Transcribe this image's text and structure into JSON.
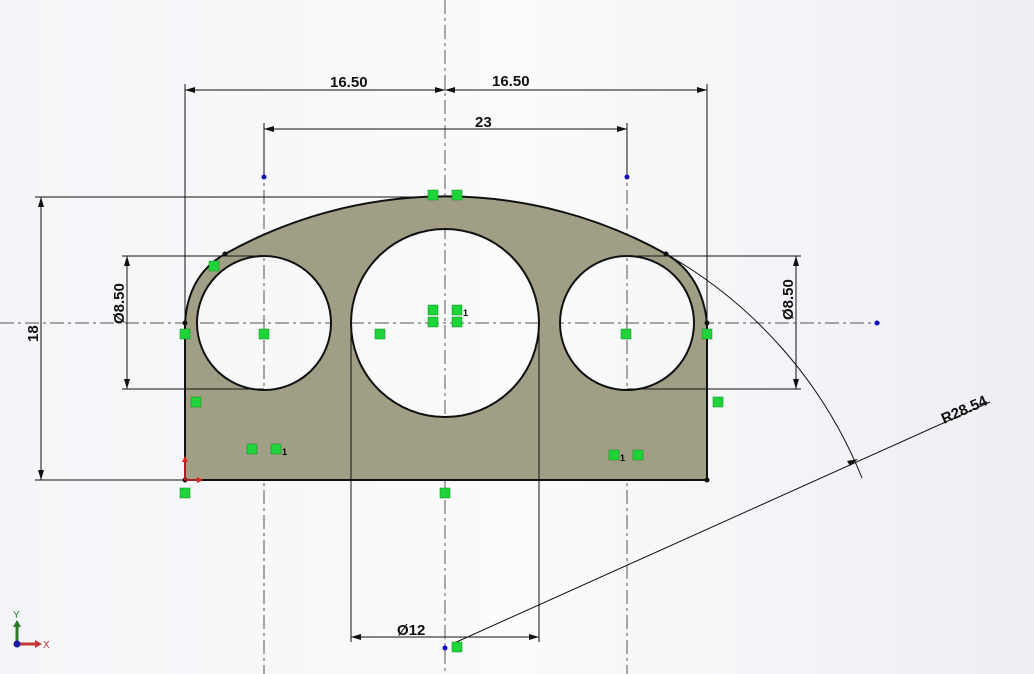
{
  "dimensions": {
    "left_half_width": "16.50",
    "right_half_width": "16.50",
    "hole_spacing": "23",
    "height": "18",
    "left_hole_dia": "Ø8.50",
    "right_hole_dia": "Ø8.50",
    "center_hole_dia": "Ø12",
    "top_arc_radius": "R28.54"
  },
  "triad": {
    "x_label": "X",
    "y_label": "Y"
  },
  "relation_labels": {
    "equal_suffix": "1"
  },
  "colors": {
    "face": "#a09f85",
    "relation": "#1fd43a",
    "point": "#1010c0"
  }
}
